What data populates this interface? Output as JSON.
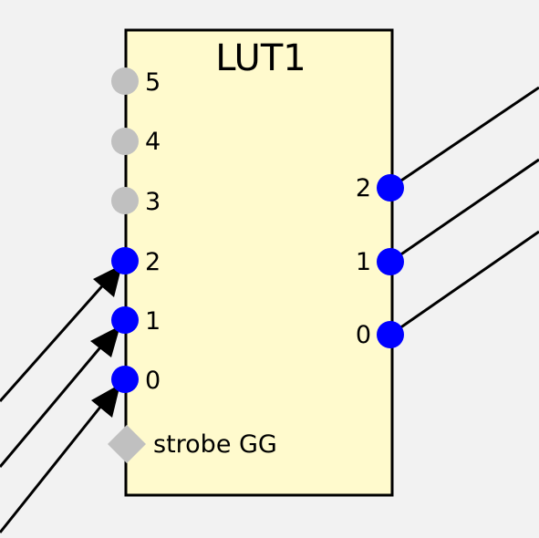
{
  "block": {
    "title": "LUT1",
    "fill": "#fffacd",
    "stroke": "#000000"
  },
  "inputs": [
    {
      "label": "5",
      "connected": false
    },
    {
      "label": "4",
      "connected": false
    },
    {
      "label": "3",
      "connected": false
    },
    {
      "label": "2",
      "connected": true
    },
    {
      "label": "1",
      "connected": true
    },
    {
      "label": "0",
      "connected": true
    }
  ],
  "strobe": {
    "label": "strobe GG",
    "connected": false
  },
  "outputs": [
    {
      "label": "2",
      "connected": true
    },
    {
      "label": "1",
      "connected": true
    },
    {
      "label": "0",
      "connected": true
    }
  ],
  "colors": {
    "pin_connected": "#0000ff",
    "pin_unconnected": "#c0c0c0",
    "wire": "#000000",
    "background": "#f2f2f2"
  }
}
